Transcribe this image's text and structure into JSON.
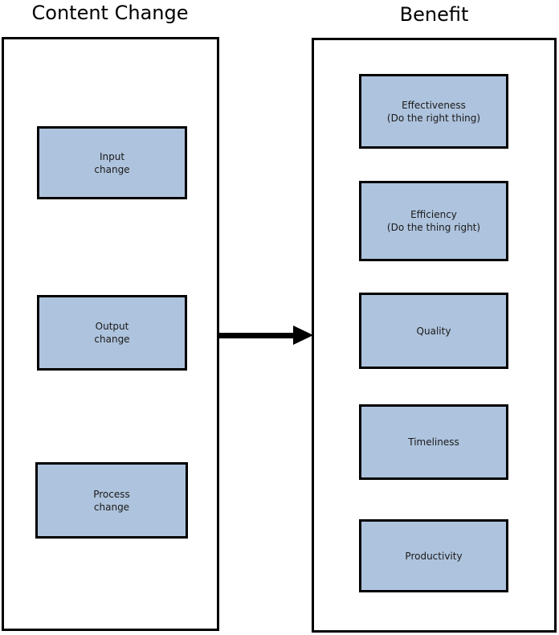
{
  "styles": {
    "background": "#ffffff",
    "box_fill": "#aec3dd",
    "box_border": "#000000",
    "container_border": "#000000",
    "text_color": "#1a1a1a",
    "title_color": "#000000",
    "arrow_color": "#000000"
  },
  "left_column": {
    "title": "Content Change",
    "boxes": [
      {
        "id": "input-change",
        "lines": [
          "Input",
          "change"
        ]
      },
      {
        "id": "output-change",
        "lines": [
          "Output",
          "change"
        ]
      },
      {
        "id": "process-change",
        "lines": [
          "Process",
          "change"
        ]
      }
    ]
  },
  "right_column": {
    "title": "Benefit",
    "boxes": [
      {
        "id": "effectiveness",
        "lines": [
          "Effectiveness",
          "(Do the right thing)"
        ]
      },
      {
        "id": "efficiency",
        "lines": [
          "Efficiency",
          "(Do the thing right)"
        ]
      },
      {
        "id": "quality",
        "lines": [
          "Quality"
        ]
      },
      {
        "id": "timeliness",
        "lines": [
          "Timeliness"
        ]
      },
      {
        "id": "productivity",
        "lines": [
          "Productivity"
        ]
      }
    ]
  },
  "arrow": {
    "direction": "right"
  }
}
